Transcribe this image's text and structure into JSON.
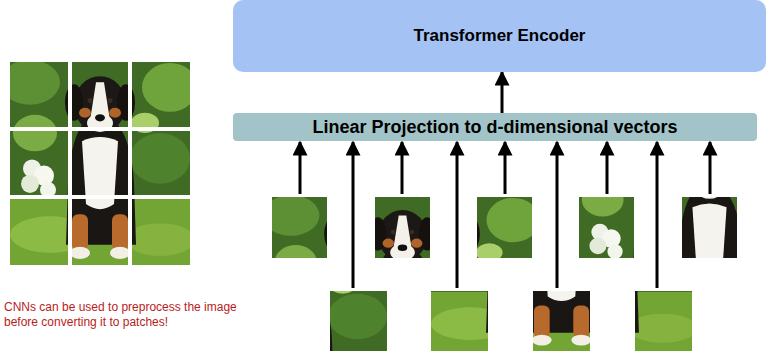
{
  "diagram": {
    "nodes": [
      {
        "text": [
          "Transformer Encoder"
        ]
      },
      {
        "text": [
          "Linear Projection to d-dimensional vectors"
        ]
      }
    ],
    "edges": [
      {
        "from": 1,
        "to": 0,
        "arrow": "to"
      }
    ],
    "labels": [
      "CNNs can be used to preprocess the image before converting it to patches!"
    ]
  }
}
